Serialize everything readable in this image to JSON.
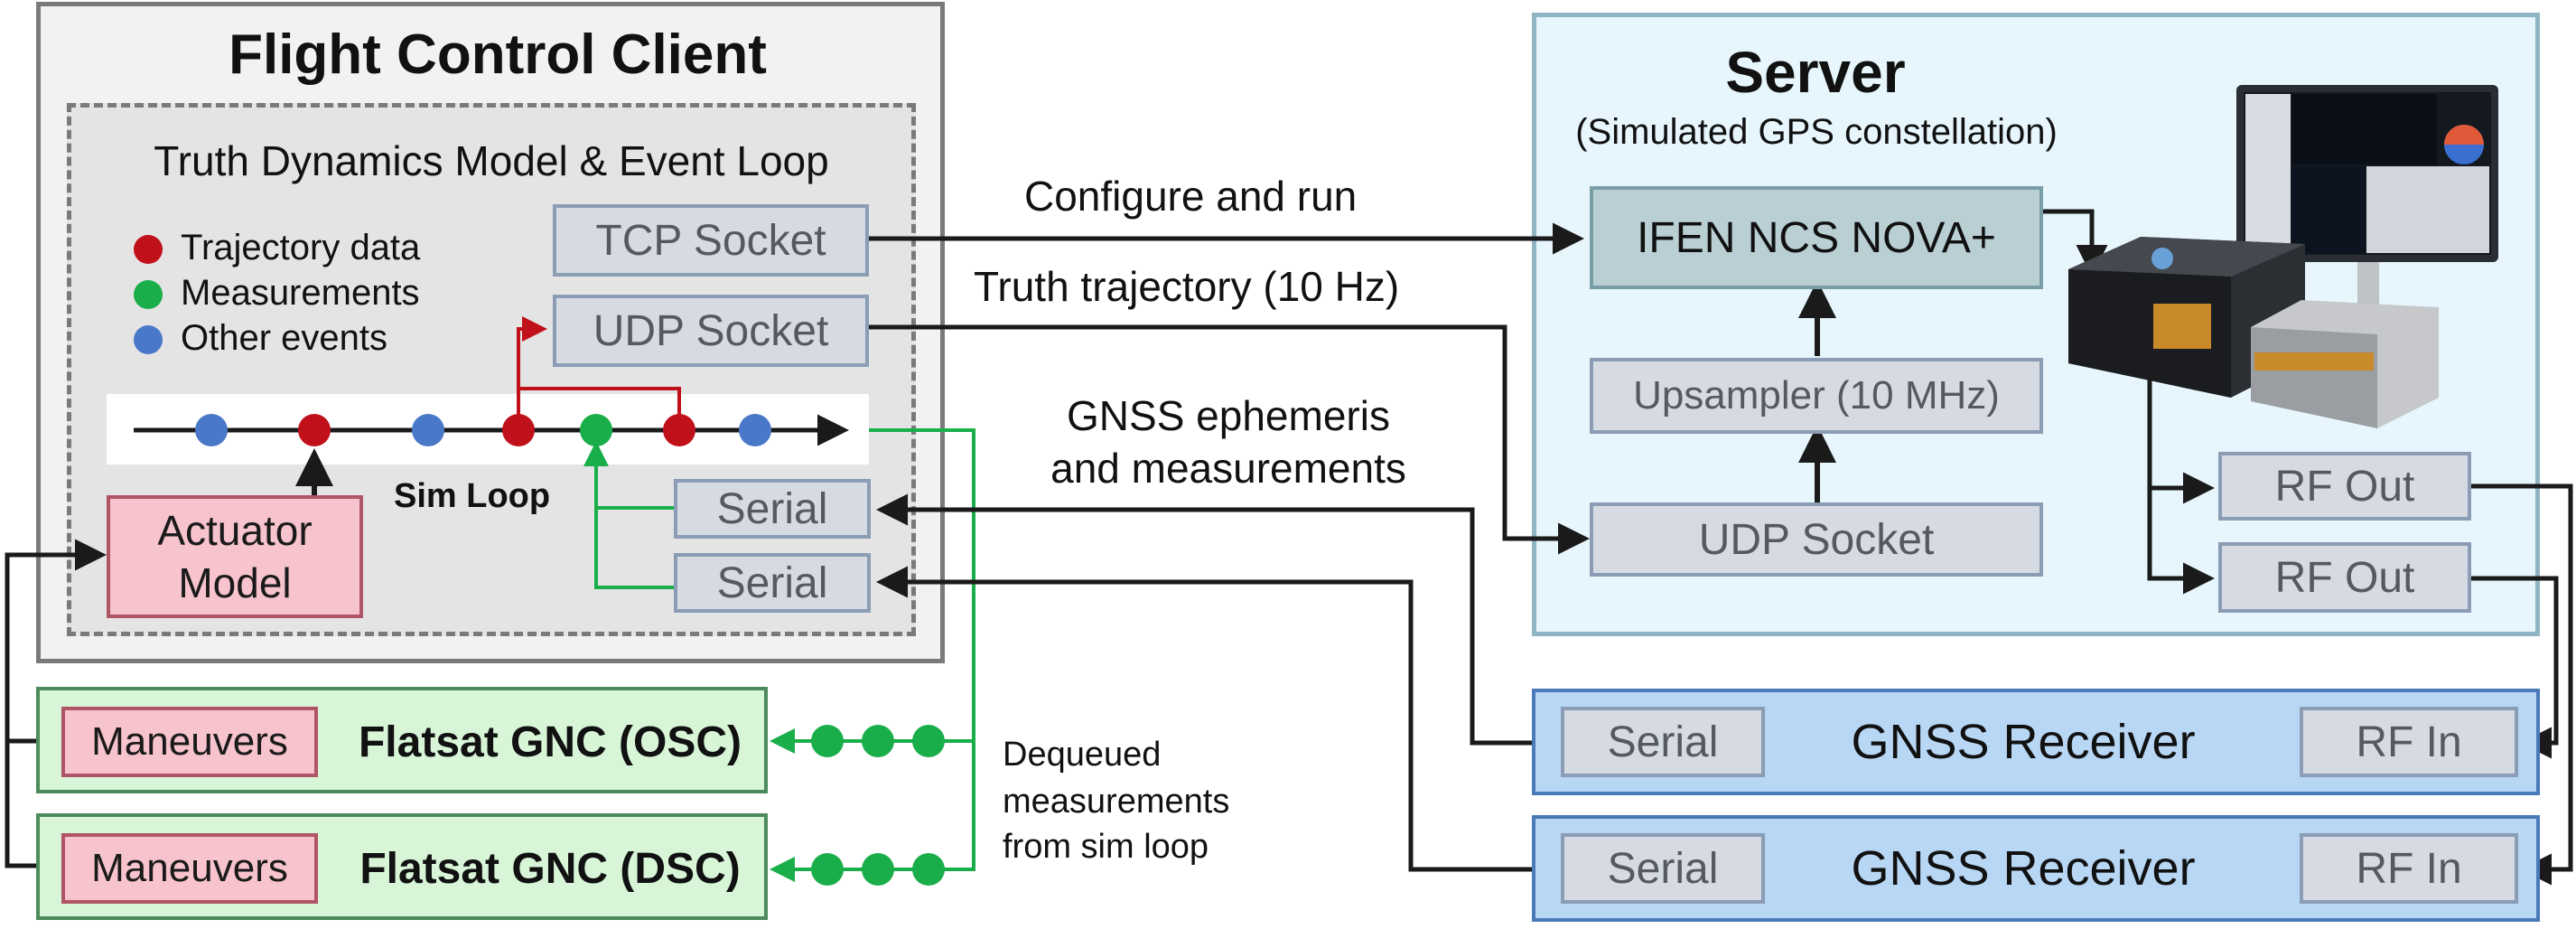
{
  "client": {
    "title": "Flight Control Client",
    "inner_title": "Truth Dynamics Model & Event Loop",
    "legend": [
      {
        "label": "Trajectory data",
        "color": "#c0101a"
      },
      {
        "label": "Measurements",
        "color": "#1aae4a"
      },
      {
        "label": "Other events",
        "color": "#4a78c8"
      }
    ],
    "tcp_socket": "TCP Socket",
    "udp_socket": "UDP Socket",
    "sim_loop": "Sim Loop",
    "serial_1": "Serial",
    "serial_2": "Serial",
    "actuator_model": "Actuator Model"
  },
  "server": {
    "title": "Server",
    "subtitle": "(Simulated GPS constellation)",
    "nova": "IFEN NCS NOVA+",
    "upsampler": "Upsampler (10 MHz)",
    "udp_socket": "UDP Socket",
    "rf_out_1": "RF Out",
    "rf_out_2": "RF Out"
  },
  "links": {
    "configure": "Configure and run",
    "truth": "Truth trajectory (10 Hz)",
    "gnss_line1": "GNSS ephemeris",
    "gnss_line2": "and measurements",
    "dequeued_1": "Dequeued",
    "dequeued_2": "measurements",
    "dequeued_3": "from sim loop"
  },
  "receivers": [
    {
      "serial": "Serial",
      "name": "GNSS Receiver",
      "rf_in": "RF In"
    },
    {
      "serial": "Serial",
      "name": "GNSS Receiver",
      "rf_in": "RF In"
    }
  ],
  "flatsats": [
    {
      "maneuvers": "Maneuvers",
      "name": "Flatsat GNC (OSC)"
    },
    {
      "maneuvers": "Maneuvers",
      "name": "Flatsat GNC (DSC)"
    }
  ],
  "colors": {
    "trajectory": "#c0101a",
    "measurement": "#1aae4a",
    "other": "#4a78c8",
    "server_bg": "#e6f6fc",
    "client_bg": "#f2f2f2"
  }
}
